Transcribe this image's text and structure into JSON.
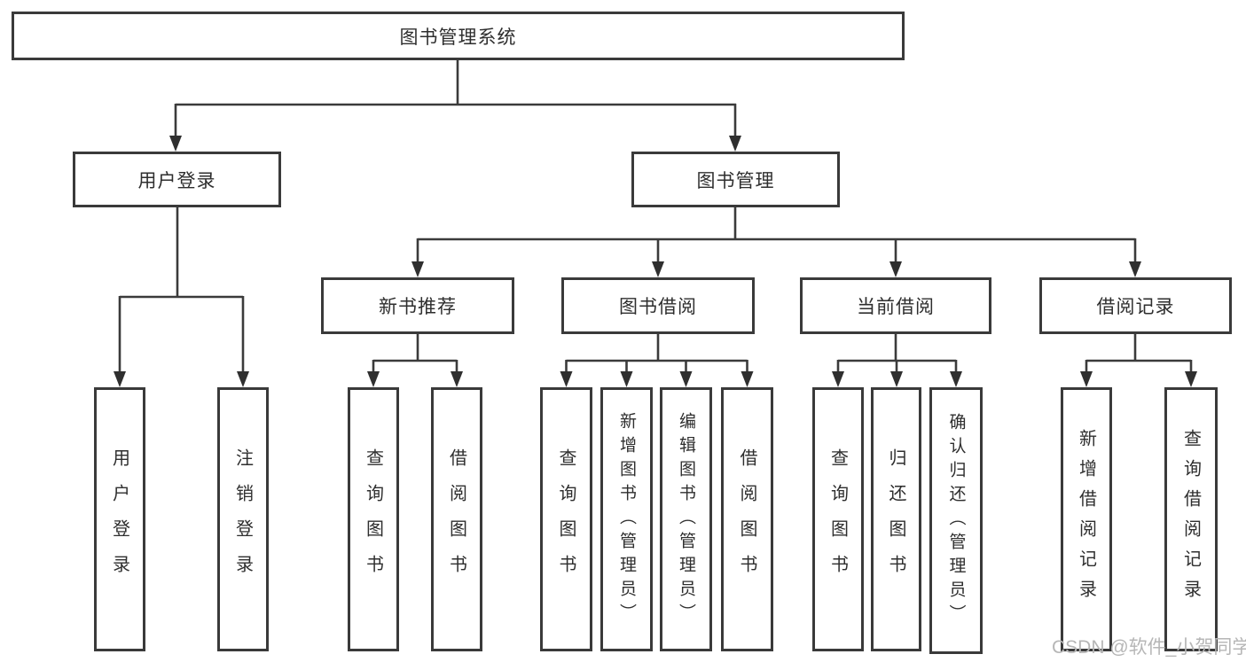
{
  "nodes": {
    "root": "图书管理系统",
    "l2_user_login": "用户登录",
    "l2_book_mgmt": "图书管理",
    "l3_new_books": "新书推荐",
    "l3_book_borrow": "图书借阅",
    "l3_current_borrow": "当前借阅",
    "l3_borrow_records": "借阅记录",
    "leaf_user_login": "用户登录",
    "leaf_logout": "注销登录",
    "leaf_nb_query": "查询图书",
    "leaf_nb_borrow": "借阅图书",
    "leaf_bb_query": "查询图书",
    "leaf_bb_add": "新增图书（管理员）",
    "leaf_bb_edit": "编辑图书（管理员）",
    "leaf_bb_borrow": "借阅图书",
    "leaf_cb_query": "查询图书",
    "leaf_cb_return": "归还图书",
    "leaf_cb_confirm": "确认归还（管理员）",
    "leaf_br_add": "新增借阅记录",
    "leaf_br_query": "查询借阅记录"
  },
  "hierarchy": {
    "root": "图书管理系统",
    "children": [
      {
        "label": "用户登录",
        "children": [
          "用户登录",
          "注销登录"
        ]
      },
      {
        "label": "图书管理",
        "children": [
          {
            "label": "新书推荐",
            "children": [
              "查询图书",
              "借阅图书"
            ]
          },
          {
            "label": "图书借阅",
            "children": [
              "查询图书",
              "新增图书（管理员）",
              "编辑图书（管理员）",
              "借阅图书"
            ]
          },
          {
            "label": "当前借阅",
            "children": [
              "查询图书",
              "归还图书",
              "确认归还（管理员）"
            ]
          },
          {
            "label": "借阅记录",
            "children": [
              "新增借阅记录",
              "查询借阅记录"
            ]
          }
        ]
      }
    ]
  },
  "watermark": "CSDN @软件_小贺同学",
  "colors": {
    "line": "#3b3b3b",
    "border": "#3a3a3a",
    "text": "#2e2e2e",
    "watermark": "#b6b6b6",
    "background": "#ffffff"
  }
}
